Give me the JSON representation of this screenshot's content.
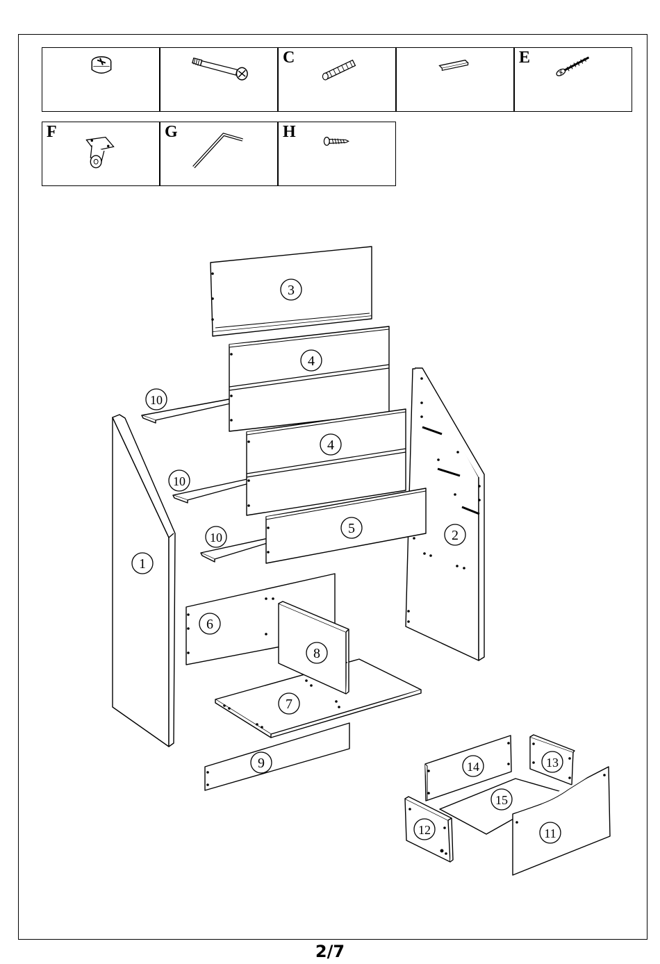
{
  "hardware": [
    {
      "id": "cell-a",
      "label": "",
      "icon": "cam-lock-icon"
    },
    {
      "id": "cell-b",
      "label": "",
      "icon": "cam-bolt-icon"
    },
    {
      "id": "cell-c",
      "label": "C",
      "icon": "wood-dowel-icon"
    },
    {
      "id": "cell-d",
      "label": "",
      "icon": "shim-plate-icon"
    },
    {
      "id": "cell-e",
      "label": "E",
      "icon": "wood-screw-icon"
    },
    {
      "id": "cell-f",
      "label": "F",
      "icon": "caster-wheel-icon"
    },
    {
      "id": "cell-g",
      "label": "G",
      "icon": "allen-key-icon"
    },
    {
      "id": "cell-h",
      "label": "H",
      "icon": "short-screw-icon"
    }
  ],
  "parts": {
    "p1": "1",
    "p2": "2",
    "p3": "3",
    "p4a": "4",
    "p4b": "4",
    "p5": "5",
    "p6": "6",
    "p7": "7",
    "p8": "8",
    "p9": "9",
    "p10a": "10",
    "p10b": "10",
    "p10c": "10",
    "p11": "11",
    "p12": "12",
    "p13": "13",
    "p14": "14",
    "p15": "15"
  },
  "page_number": "2/7"
}
